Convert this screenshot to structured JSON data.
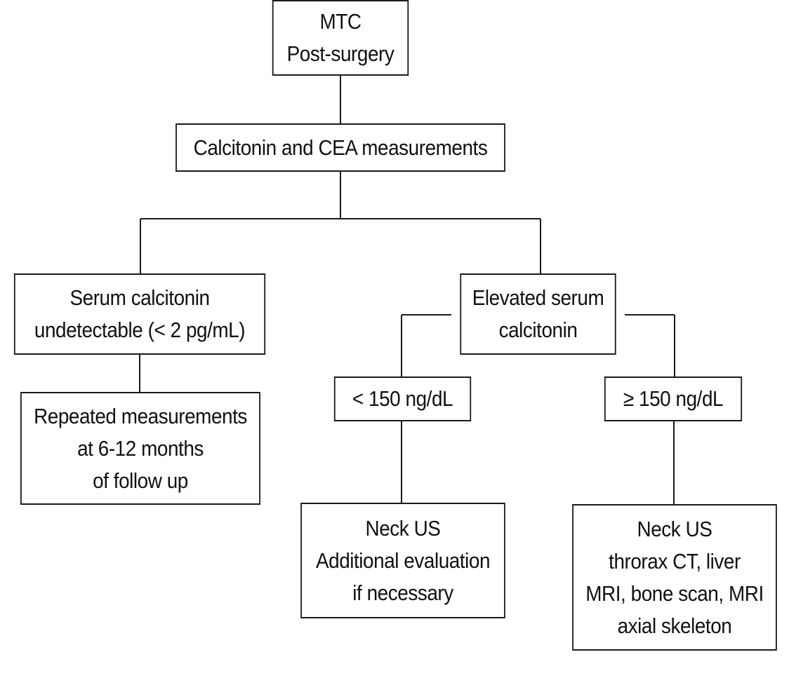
{
  "flowchart": {
    "root": {
      "lines": [
        "MTC",
        "Post-surgery"
      ]
    },
    "measurements": {
      "lines": [
        "Calcitonin and CEA measurements"
      ]
    },
    "undetectable": {
      "lines": [
        "Serum calcitonin",
        "undetectable (< 2 pg/mL)"
      ]
    },
    "repeated": {
      "lines": [
        "Repeated measurements",
        "at 6-12 months",
        "of follow up"
      ]
    },
    "elevated": {
      "lines": [
        "Elevated serum",
        "calcitonin"
      ]
    },
    "low_threshold": {
      "lines": [
        "< 150 ng/dL"
      ]
    },
    "high_threshold": {
      "lines": [
        "≥ 150 ng/dL"
      ]
    },
    "low_action": {
      "lines": [
        "Neck US",
        "Additional evaluation",
        "if necessary"
      ]
    },
    "high_action": {
      "lines": [
        "Neck US",
        "throrax CT, liver",
        "MRI, bone scan, MRI",
        "axial skeleton"
      ]
    }
  },
  "colors": {
    "stroke": "#1a1a1a",
    "background": "#ffffff",
    "text": "#111111"
  }
}
